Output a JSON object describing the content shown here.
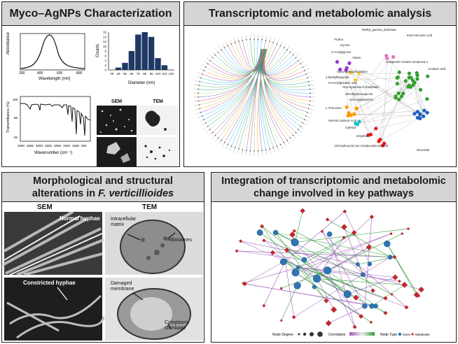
{
  "panels": {
    "p1": {
      "title": "Myco–AgNPs Characterization"
    },
    "p2": {
      "title": "Transcriptomic and metabolomic analysis"
    },
    "p3": {
      "title_line1": "Morphological and structural",
      "title_line2_prefix": "alterations in ",
      "title_line2_italic": "F. verticillioides"
    },
    "p4": {
      "title_line1": "Integration of transcriptomic and metabolomic",
      "title_line2": "change involved in key pathways"
    }
  },
  "uv_plot": {
    "ylabel": "Absorbance",
    "xlabel": "Wavelength (nm)",
    "xticks": [
      "200",
      "400",
      "600",
      "800"
    ]
  },
  "histogram": {
    "ylabel": "Counts",
    "xlabel": "Diameter (nm)",
    "categories": [
      "39",
      "45",
      "55",
      "65",
      "75",
      "85",
      "95",
      "104",
      "116",
      "130"
    ],
    "values": [
      0,
      1,
      3,
      8,
      15,
      16,
      14,
      5,
      2,
      0
    ],
    "yticks": [
      "0",
      "2",
      "4",
      "6",
      "8",
      "10",
      "12",
      "14",
      "16"
    ]
  },
  "ftir_plot": {
    "ylabel": "Transmittance (%)",
    "xlabel": "Wavenumber (cm⁻¹)",
    "xticks": [
      "4000",
      "3500",
      "3000",
      "2500",
      "2000",
      "1500",
      "1000",
      "500"
    ],
    "yticks": [
      "100",
      "96",
      "92"
    ]
  },
  "em_labels": {
    "sem": "SEM",
    "tem": "TEM"
  },
  "network_labels": [
    "Methyl_gamma_linolenate",
    "trans-Vaccenic acid",
    "Proline",
    "Arg-Glu",
    "2-Acetylglycine",
    "Vitexin",
    "Gabapentin related compound a",
    "Linolenic acid",
    "Glycerophosphocholine",
    "2-Methylhippurate",
    "N-Acetylglutamic acid",
    "Glycosylamine 6-phosphate",
    "Dimethylaminopurine",
    "N-Acetylglutamine",
    "L-Threonine",
    "Retinol-Linolenic Acid",
    "Cafestol",
    "Ziziphine",
    "13s-hydroxy-9z,11e-octadecadienoic acid",
    "Glucoside"
  ],
  "p3_text": {
    "sem": "SEM",
    "tem": "TEM",
    "normal": "Normal hyphae",
    "constricted": "Constricted hyphae",
    "intracellular": "Intracellular matrix",
    "ribosomes": "Ribosomes",
    "damaged": "Damaged membrane",
    "cytoplasm": "Cytoplasm shrinkage"
  },
  "p4_legend": {
    "node_degree": "Node Degree",
    "correlation": "Correlation",
    "node_type": "Node Type",
    "gene": "Gene",
    "metabolite": "Metabolite"
  },
  "colors": {
    "panel_header": "#d5d5d5",
    "gene_node": "#2f75b5",
    "metabolite_node": "#c0272d",
    "edge_green": "#2e9b3a",
    "edge_purple": "#9b59b6"
  }
}
